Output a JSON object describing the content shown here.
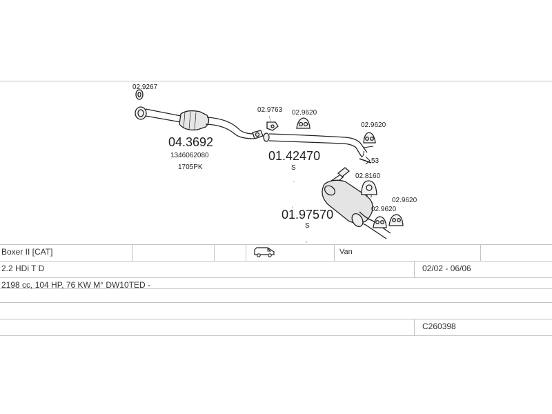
{
  "diagram": {
    "parts": {
      "front_pipe_clamp": "02.9267",
      "front_pipe_code": "04.3692",
      "front_pipe_oem": "1346062080",
      "front_pipe_oem2": "1705PK",
      "gasket": "02.9763",
      "hanger_1": "02.9620",
      "hanger_2": "02.9620",
      "middle_pipe_code": "01.42470",
      "middle_pipe_suffix": "S",
      "diameter_label": "53",
      "hanger_ring": "02.8160",
      "hanger_3": "02.9620",
      "hanger_4": "02.9620",
      "rear_muffler_code": "01.97570",
      "rear_muffler_suffix": "S"
    }
  },
  "table": {
    "model": "Boxer II  [CAT]",
    "body_type": "Van",
    "engine": "2.2 HDi T D",
    "years": "02/02 - 06/06",
    "specs": "2198 cc, 104 HP, 76 KW M° DW10TED -",
    "catalog_code": "C260398",
    "vehicle_icon": "van-icon"
  }
}
